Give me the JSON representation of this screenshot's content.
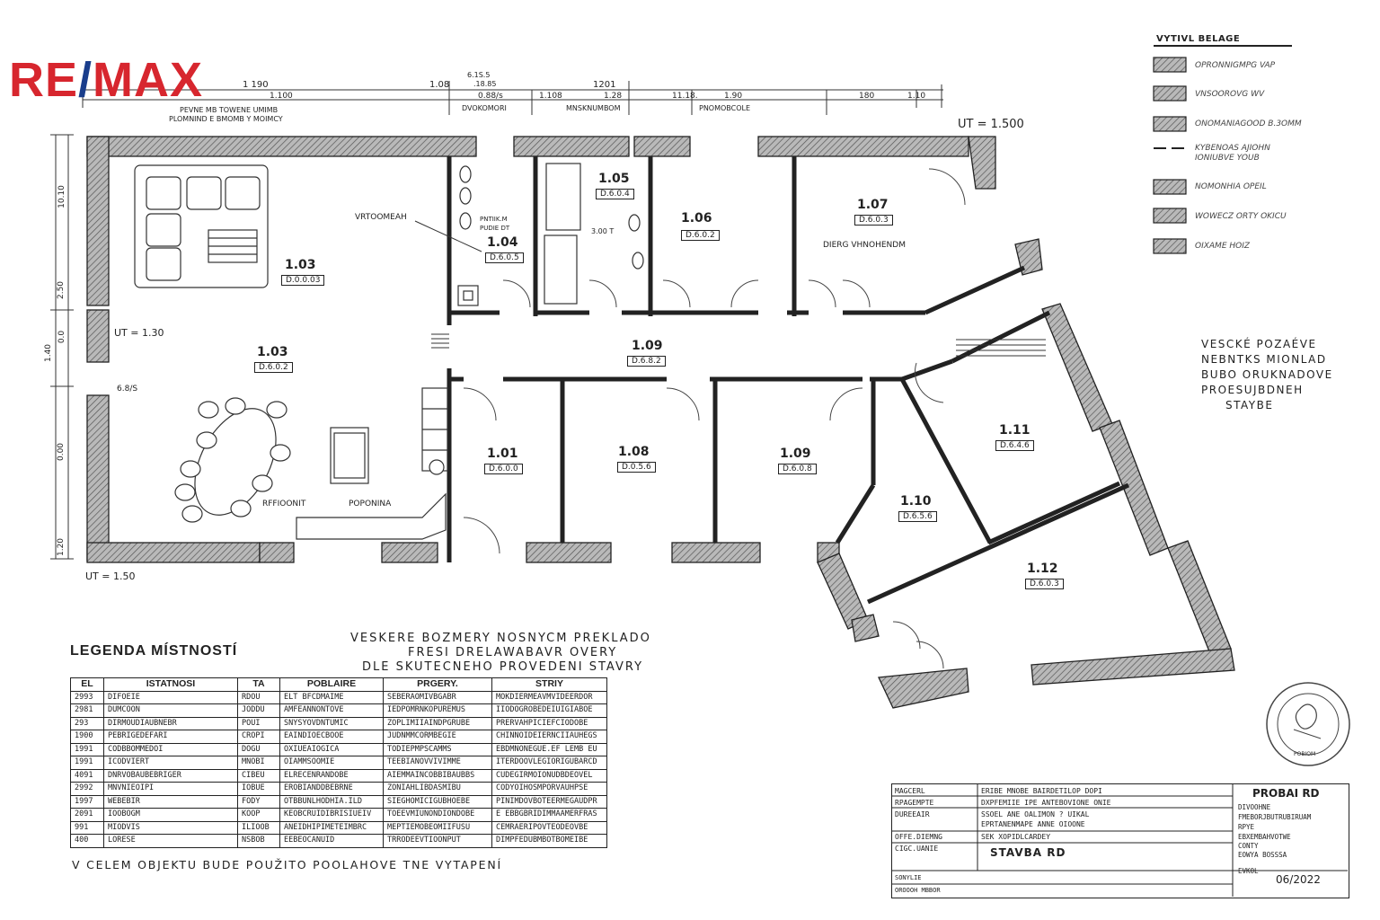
{
  "brand": {
    "name": "RE/MAX",
    "color_red": "#d7262e",
    "color_blue": "#1a3e8c"
  },
  "top_dims": {
    "row1": [
      "1 190",
      "1.08",
      "1201"
    ],
    "row1_small": [
      "6.1S.5",
      ".18.85"
    ],
    "row2": [
      "1.100",
      "0.88/s",
      "1.108",
      "1.28",
      "11.18.",
      "1.90",
      "180",
      "1.10"
    ],
    "notes_left": [
      "PEVNE MB  TOWENE UMIMB",
      "PLOMNIND E BMOMB Y MOIMCY"
    ],
    "notes_mid": [
      "DVOKOMORI",
      "MNSKNUMBOM",
      "PNOMOBCOLE"
    ]
  },
  "left_dims": [
    "10.10",
    "2.50",
    "0.0",
    "1.40",
    "0.00",
    "1.20"
  ],
  "ut_labels": {
    "top": "UT = 1.500",
    "left": "UT = 1.30",
    "bottom": "UT = 1.50"
  },
  "rooms": [
    {
      "id": "1.03",
      "area": "D.0.0.03"
    },
    {
      "id": "1.03",
      "area": "D.6.0.2"
    },
    {
      "id": "1.04",
      "area": "D.6.0.5"
    },
    {
      "id": "1.05",
      "area": "D.6.0.4"
    },
    {
      "id": "1.06",
      "area": "D.6.0.2"
    },
    {
      "id": "1.07",
      "area": "D.6.0.3"
    },
    {
      "id": "1.09",
      "area": "D.6.8.2"
    },
    {
      "id": "1.01",
      "area": "D.6.0.0"
    },
    {
      "id": "1.08",
      "area": "D.0.5.6"
    },
    {
      "id": "1.09",
      "area": "D.6.0.8"
    },
    {
      "id": "1.10",
      "area": "D.6.5.6"
    },
    {
      "id": "1.11",
      "area": "D.6.4.6"
    },
    {
      "id": "1.12",
      "area": "D.6.0.3"
    }
  ],
  "plan_labels": {
    "living": "VRTOOMEAH",
    "wc_note": [
      "PNTIIK.M",
      "PUDIE DT"
    ],
    "bath_dim": "3.00 T",
    "room107": "DIERG VHNOHENDM",
    "dining": "RFFIOONIT",
    "kitchen": "POPONINA",
    "opening": "6.8/S"
  },
  "notes_right": [
    "VESCKÉ  POZAÉVE",
    "NEBNTKS  MIONLAD",
    "BUBO  ORUKNADOVE",
    "PROESUJBDNEH",
    "STAYBE"
  ],
  "key": {
    "title": "VYTIVL BELAGE",
    "items": [
      "OPRONNIGMPG VAP",
      "VNSOOROVG WV",
      "ONOMANIAGOOD B.3OMM",
      "KYBENOAS AJIOHN IONIUBVE YOUB",
      "NOMONHIA OPEIL",
      "WOWECZ ORTY OKICU",
      "OIXAME HOIZ"
    ]
  },
  "dims_note": [
    "VESKERE BOZMERY NOSNYCM PREKLADO",
    "FRESI DRELAWABAVR OVERY",
    "DLE SKUTECNEHO PROVEDENI STAVRY"
  ],
  "legend": {
    "title": "LEGENDA MÍSTNOSTÍ",
    "headers": [
      "EL",
      "ISTATNOSI",
      "TA",
      "POBLAIRE",
      "PRGERY.",
      "STRIY"
    ],
    "rows": [
      [
        "2993",
        "DIFOEIE",
        "RDOU",
        "ELT BFCDMAIME",
        "SEBERAOMIVBGABR",
        "MOKDIERMEAVMVIDEERDOR"
      ],
      [
        "2981",
        "DUMCOON",
        "JODDU",
        "AMFEANNONTOVE",
        "IEDPOMRNKOPUREMUS",
        "IIODOGROBEDEIUIGIABOE"
      ],
      [
        "293",
        "DIRMOUDIAUBNEBR",
        "POUI",
        "SNYSYOVDNTUMIC",
        "ZOPLIMIIAINDPGRUBE",
        "PRERVAHPICIEFCIODOBE"
      ],
      [
        "1900",
        "PEBRIGEDEFARI",
        "CROPI",
        "EAINDIOECBOOE",
        "JUDNMMCORMBEGIE",
        "CHINNOIDEIERNCIIAUHEGS"
      ],
      [
        "1991",
        "CODBBOMMEDOI",
        "DOGU",
        "OXIUEAIOGICA",
        "TODIEPMPSCAMMS",
        "EBDMNONEGUE.EF LEMB EU"
      ],
      [
        "1991",
        "ICODVIERT",
        "MNOBI",
        "OIAMMSOOMIE",
        "TEEBIANOVVIVIMME",
        "ITERDOOVLEGIORIGUBARCD"
      ],
      [
        "4091",
        "DNRVOBAUBEBRIGER",
        "CIBEU",
        "ELRECENRANDOBE",
        "AIEMMAINCOBBIBAUBBS",
        "CUDEGIRMOIONUDBDEOVEL"
      ],
      [
        "2992",
        "MNVNIEOIPI",
        "IOBUE",
        "EROBIANDDBEBRNE",
        "ZONIAHLIBDASMIBU",
        "CODYOIHOSMPORVAUHPSE"
      ],
      [
        "1997",
        "WEBEBIR",
        "FODY",
        "OTBBUNLHODHIA.ILD",
        "SIEGHOMICIGUBHOEBE",
        "PINIMDOVBOTEERMEGAUDPR"
      ],
      [
        "2091",
        "IOOBOGM",
        "KOOP",
        "KEOBCRUIDIBRISIUEIV",
        "TOEEVMIUNONDIONDOBE",
        "E EBBGBRIDIMMAAMERFRAS"
      ],
      [
        "991",
        "MIODVIS",
        "ILIOOB",
        "ANEIDHIPIMETEIMBRC",
        "MEPTIEMOBEOMIIFUSU",
        "CEMRAERIPOVTEODEOVBE"
      ],
      [
        "400",
        "LORESE",
        "NSBOB",
        "EEBEOCANUID",
        "TRRODEEVTIOONPUT",
        "DIMPFEDUBMBOTBOMEIBE"
      ]
    ]
  },
  "heating_note": "V CELEM OBJEKTU BUDE POUŽITO POOLAHOVE TNE VYTAPENÍ",
  "title_block": {
    "rows": [
      [
        "MAGCERL",
        "ERIBE MNOBE BAIRDETILOP DOPI"
      ],
      [
        "RPAGEMPTE",
        "DXPFEMIIE IPE ANTEBOVIONE ONIE"
      ],
      [
        "DUREEAIR",
        "SSOEL ANE OALIMON ? UIKAL"
      ],
      [
        "",
        "EPRTANENMAPE ANNE OIOONE"
      ],
      [
        "OFFE.DIEMNG",
        "SEK XOPIDLCARDEY"
      ],
      [
        "CIGC.UANIE",
        ""
      ]
    ],
    "stavba": "STAVBA RD",
    "probai": "PROBAI RD",
    "info": [
      "DIVOOHNE",
      "FMEBORJBUTRUBIRUAM",
      "RPYE",
      "EBXEMBAHVOTWE",
      "CONTY",
      "EOWYA BOSSSA"
    ],
    "date_label": "EVKOL",
    "date": "06/2022",
    "bottom_rows": [
      "SONYLIE",
      "OROOOH MBBOR"
    ]
  },
  "stamp": "POBIOM"
}
